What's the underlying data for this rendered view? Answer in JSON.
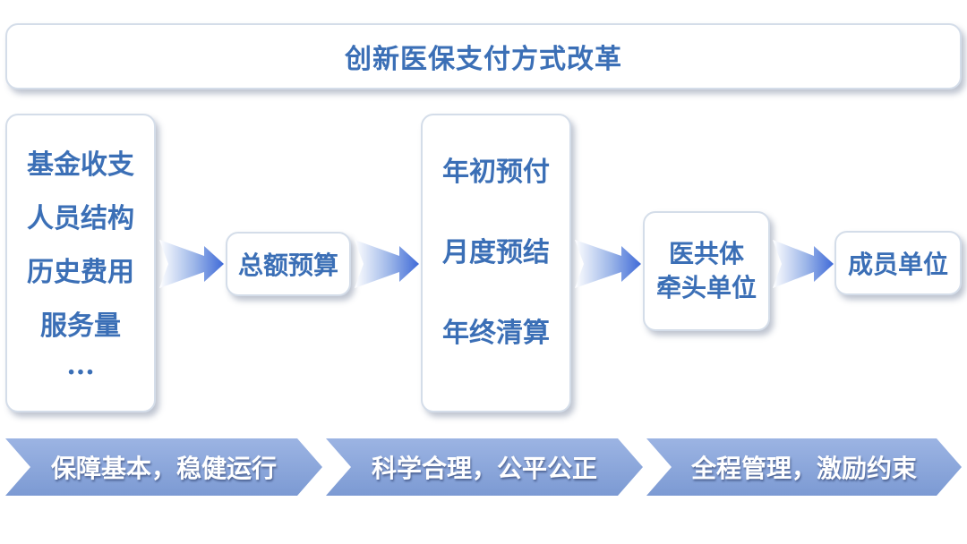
{
  "title": "创新医保支付方式改革",
  "inputs": [
    "基金收支",
    "人员结构",
    "历史费用",
    "服务量",
    "..."
  ],
  "budget": "总额预算",
  "settlement": [
    "年初预付",
    "月度预结",
    "年终清算"
  ],
  "lead_unit": [
    "医共体",
    "牵头单位"
  ],
  "member_unit": "成员单位",
  "principles": [
    "保障基本，稳健运行",
    "科学合理，公平公正",
    "全程管理，激励约束"
  ],
  "colors": {
    "text": "#3b6fb6",
    "arrow": "#3f6ad8",
    "chevron": "#8ca6db"
  }
}
